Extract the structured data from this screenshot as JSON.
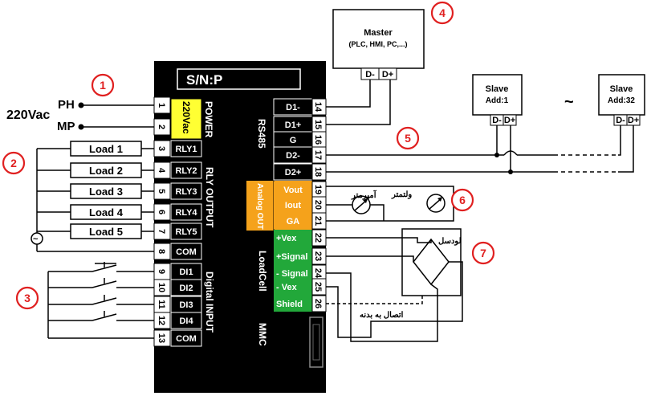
{
  "device": {
    "sn_label": "S/N:P",
    "power_voltage": "220Vac",
    "sections": {
      "power": "POWER",
      "rly_output": "RLY OUTPUT",
      "digital_input": "Digital INPUT",
      "rs485": "RS485",
      "analog_out": "Analog OUT",
      "loadcell": "LoadCell",
      "mmc": "MMC"
    },
    "left_terminals": [
      {
        "num": "1",
        "label": ""
      },
      {
        "num": "2",
        "label": ""
      },
      {
        "num": "3",
        "label": "RLY1"
      },
      {
        "num": "4",
        "label": "RLY2"
      },
      {
        "num": "5",
        "label": "RLY3"
      },
      {
        "num": "6",
        "label": "RLY4"
      },
      {
        "num": "7",
        "label": "RLY5"
      },
      {
        "num": "8",
        "label": "COM"
      },
      {
        "num": "9",
        "label": "DI1"
      },
      {
        "num": "10",
        "label": "DI2"
      },
      {
        "num": "11",
        "label": "DI3"
      },
      {
        "num": "12",
        "label": "DI4"
      },
      {
        "num": "13",
        "label": "COM"
      }
    ],
    "right_terminals": [
      {
        "num": "14",
        "label": "D1-"
      },
      {
        "num": "15",
        "label": "D1+"
      },
      {
        "num": "16",
        "label": "G"
      },
      {
        "num": "17",
        "label": "D2-"
      },
      {
        "num": "18",
        "label": "D2+"
      },
      {
        "num": "19",
        "label": "Vout"
      },
      {
        "num": "20",
        "label": "Iout"
      },
      {
        "num": "21",
        "label": "GA"
      },
      {
        "num": "22",
        "label": "+Vex"
      },
      {
        "num": "23",
        "label": "+Signal"
      },
      {
        "num": "24",
        "label": "- Signal"
      },
      {
        "num": "25",
        "label": "- Vex"
      },
      {
        "num": "26",
        "label": "Shield"
      }
    ]
  },
  "power_supply": {
    "label": "220Vac",
    "ph": "PH",
    "mp": "MP"
  },
  "loads": [
    "Load 1",
    "Load 2",
    "Load 3",
    "Load 4",
    "Load 5"
  ],
  "ac_symbol": "~",
  "master": {
    "title": "Master",
    "subtitle": "(PLC, HMI, PC,...)",
    "dminus": "D-",
    "dplus": "D+"
  },
  "slaves": [
    {
      "title": "Slave",
      "addr": "Add:1",
      "dminus": "D-",
      "dplus": "D+"
    },
    {
      "title": "Slave",
      "addr": "Add:32",
      "dminus": "D-",
      "dplus": "D+"
    }
  ],
  "slave_ellipsis": "~",
  "meters": {
    "ammeter": "آمپرمتر",
    "voltmeter": "ولتمتر"
  },
  "loadcell_label": "لودسل",
  "shield_note": "اتصال به بدنه",
  "markers": [
    "1",
    "2",
    "3",
    "4",
    "5",
    "6",
    "7"
  ],
  "colors": {
    "marker": "#e02020",
    "power_yellow": "#ffff33",
    "analog_orange": "#f5a21b",
    "loadcell_green": "#22a83a",
    "device_black": "#000000"
  }
}
